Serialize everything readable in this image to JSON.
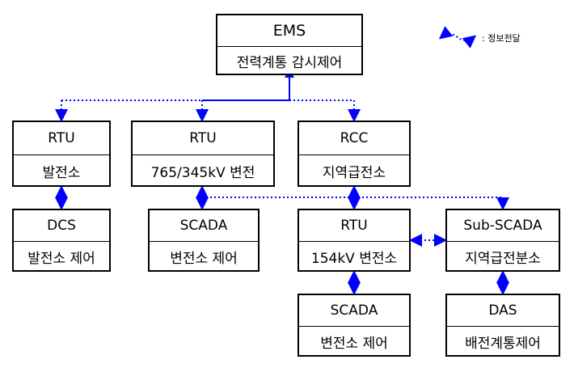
{
  "legend": {
    "text": ": 정보전달",
    "icon": "dotted-double-arrow-icon"
  },
  "colors": {
    "link": "#0000ff",
    "solid": "#0000ff",
    "box_border": "#000000"
  },
  "nodes": {
    "ems": {
      "title": "EMS",
      "subtitle": "전력계통 감시제어"
    },
    "rtu_gen": {
      "title": "RTU",
      "subtitle": "발전소"
    },
    "rtu_765": {
      "title": "RTU",
      "subtitle": "765/345kV 변전"
    },
    "rcc": {
      "title": "RCC",
      "subtitle": "지역급전소"
    },
    "dcs": {
      "title": "DCS",
      "subtitle": "발전소 제어"
    },
    "scada_sub": {
      "title": "SCADA",
      "subtitle": "변전소 제어"
    },
    "rtu_154": {
      "title": "RTU",
      "subtitle": "154kV 변전소"
    },
    "sub_scada": {
      "title": "Sub-SCADA",
      "subtitle": "지역급전분소"
    },
    "scada_154": {
      "title": "SCADA",
      "subtitle": "변전소 제어"
    },
    "das": {
      "title": "DAS",
      "subtitle": "배전계통제어"
    }
  }
}
